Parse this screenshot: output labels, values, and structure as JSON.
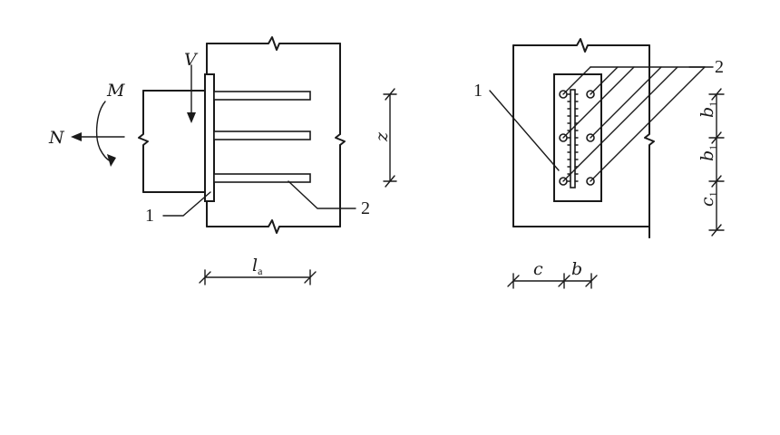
{
  "left_view": {
    "label_M": "M",
    "label_N": "N",
    "label_V": "V",
    "label_z": "z",
    "label_la": "l",
    "label_la_sub": "a",
    "callout_1": "1",
    "callout_2": "2"
  },
  "right_view": {
    "callout_1": "1",
    "callout_2": "2",
    "label_b1_top": "b",
    "label_b1_top_sub": "1",
    "label_b1_mid": "b",
    "label_b1_mid_sub": "1",
    "label_c1": "c",
    "label_c1_sub": "1",
    "label_c": "c",
    "label_b": "b"
  }
}
